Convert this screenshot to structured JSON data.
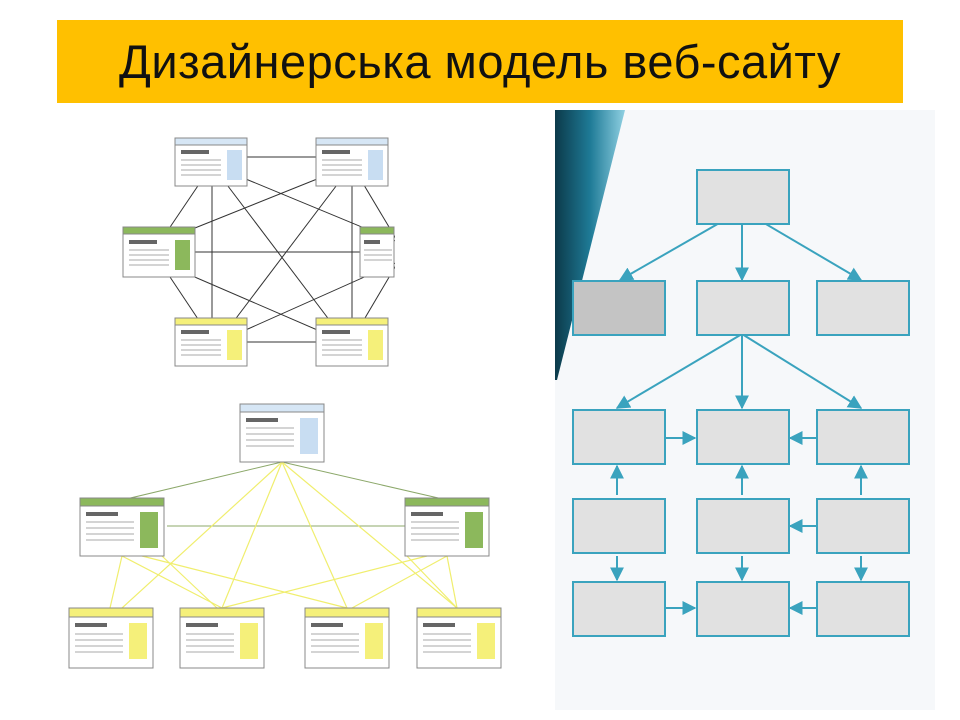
{
  "title": "Дизайнерська модель веб-сайту",
  "colors": {
    "title_bg": "#FFC000",
    "page_blue": "#D6E6F5",
    "page_green": "#8CB85C",
    "page_yellow": "#F5F07A",
    "flow_line": "#3AA3BE",
    "flow_box": "#E1E1E1",
    "flow_box_dark": "#C4C4C4",
    "tree_line_green": "#8CA86A",
    "tree_line_yellow": "#F0EE6E"
  },
  "diagrams": [
    {
      "id": "mesh",
      "kind": "fully-connected website structure",
      "pages": 6
    },
    {
      "id": "tree",
      "kind": "hierarchical website structure",
      "pages": 7
    },
    {
      "id": "flow",
      "kind": "grid-hierarchy flowchart",
      "boxes": 13
    }
  ]
}
